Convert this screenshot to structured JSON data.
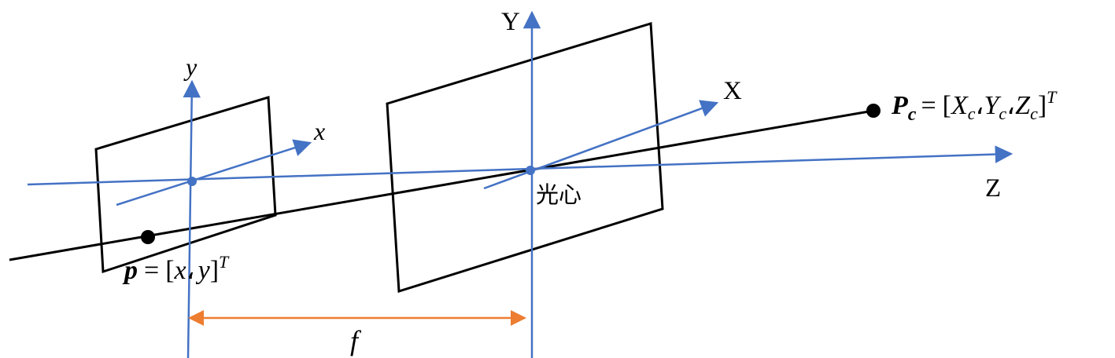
{
  "colors": {
    "axis": "#4472c4",
    "ray": "#000000",
    "plane": "#000000",
    "focal_dimension": "#ed7d31",
    "background": "#ffffff"
  },
  "camera_axes": {
    "Y_label": "Y",
    "X_label": "X",
    "Z_label": "Z",
    "optical_center_label": "光心"
  },
  "image_axes": {
    "y_label": "y",
    "x_label": "x"
  },
  "world_point": {
    "symbol": "P",
    "subscript": "c",
    "equals": "=",
    "open_bracket": "[",
    "X": "X",
    "Y": "Y",
    "Z": "Z",
    "coord_subscript": "c",
    "separator": "،",
    "close_bracket": "]",
    "transpose": "T"
  },
  "image_point": {
    "symbol": "p",
    "equals": "=",
    "open_bracket": "[",
    "x": "x",
    "y": "y",
    "separator": "،",
    "close_bracket": "]",
    "transpose": "T"
  },
  "focal_length_label": "f"
}
